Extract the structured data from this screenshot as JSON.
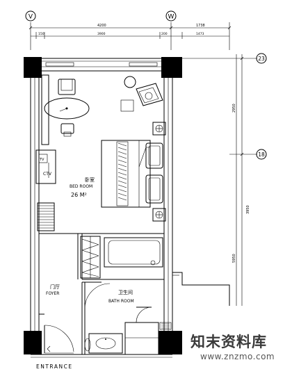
{
  "axes": {
    "bubble_top_left": "V",
    "bubble_top_right": "W",
    "bubble_right_upper": "23",
    "bubble_right_middle": "18"
  },
  "dimensions": {
    "top_total": "4200",
    "top_right": "1738",
    "sub_left": "150",
    "sub_mid": "3900",
    "sub_right_a": "200",
    "sub_right_b": "1473",
    "right_upper": "2950",
    "right_lower": "3950",
    "right_lower_2": "5950"
  },
  "rooms": {
    "bedroom_cn": "卧室",
    "bedroom_en": "BED ROOM",
    "bedroom_area": "26 M²",
    "foyer_cn": "门厅",
    "foyer_en": "FOYER",
    "bathroom_cn": "卫生间",
    "bathroom_en": "BATH ROOM",
    "entrance": "ENTRANCE"
  },
  "furniture": {
    "tv_label": "CTV",
    "tv_small": "TV"
  },
  "watermark": {
    "cn": "知末资料库",
    "url": "www.znzmo.com"
  }
}
